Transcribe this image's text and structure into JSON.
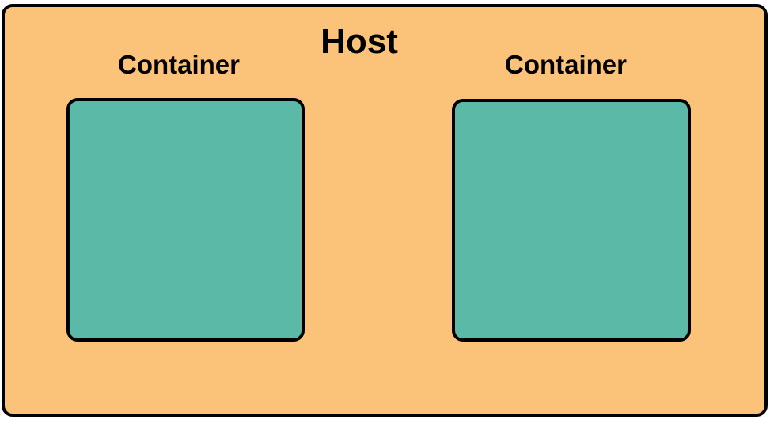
{
  "diagram": {
    "title": "Host",
    "host": {
      "label": "Host",
      "fill_color": "#fbc37a",
      "border_color": "#000000"
    },
    "containers": [
      {
        "label": "Container",
        "fill_color": "#5ab9a7",
        "border_color": "#000000"
      },
      {
        "label": "Container",
        "fill_color": "#5ab9a7",
        "border_color": "#000000"
      }
    ]
  }
}
